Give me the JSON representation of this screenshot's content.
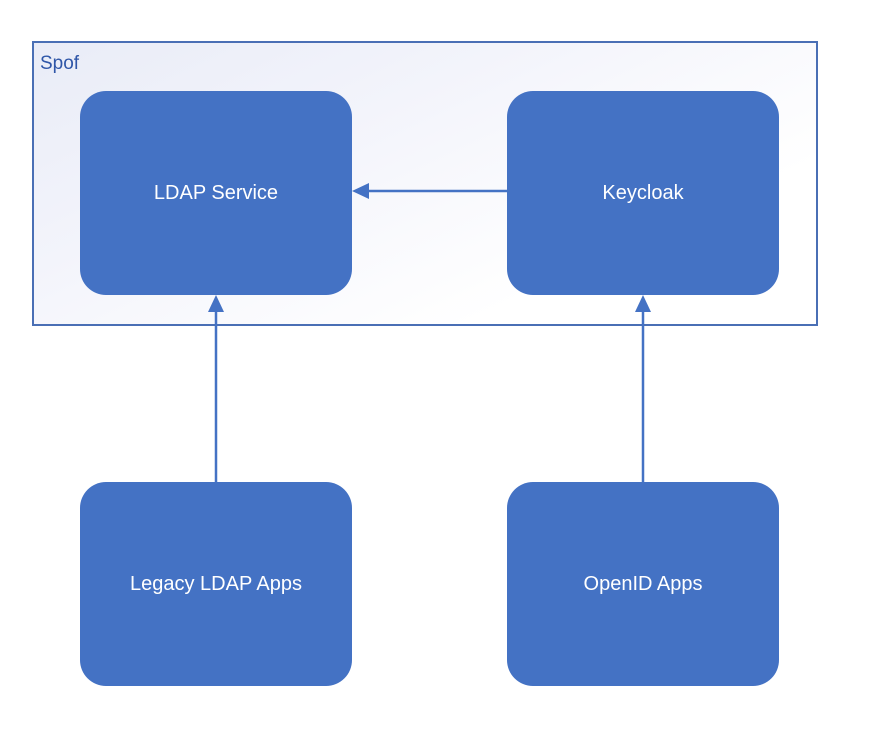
{
  "group": {
    "label": "Spof"
  },
  "nodes": {
    "ldap_service": "LDAP Service",
    "keycloak": "Keycloak",
    "legacy_ldap_apps": "Legacy LDAP Apps",
    "openid_apps": "OpenID Apps"
  },
  "edges": [
    {
      "from": "Keycloak",
      "to": "LDAP Service"
    },
    {
      "from": "Legacy LDAP Apps",
      "to": "LDAP Service"
    },
    {
      "from": "OpenID Apps",
      "to": "Keycloak"
    }
  ],
  "colors": {
    "node_fill": "#4472c4",
    "node_text": "#ffffff",
    "group_border": "#4a6fb5",
    "group_label": "#2f56a8",
    "edge": "#4472c4"
  }
}
